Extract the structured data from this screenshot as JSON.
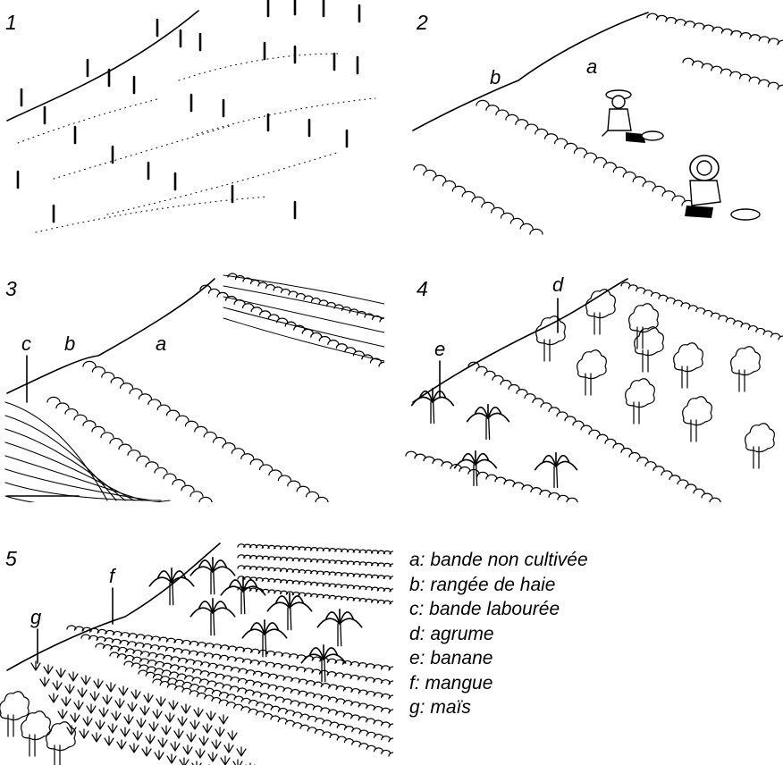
{
  "panels": [
    {
      "number": "1",
      "labels": []
    },
    {
      "number": "2",
      "labels": [
        "b",
        "a"
      ]
    },
    {
      "number": "3",
      "labels": [
        "c",
        "b",
        "a"
      ]
    },
    {
      "number": "4",
      "labels": [
        "d",
        "e"
      ]
    },
    {
      "number": "5",
      "labels": [
        "f",
        "g"
      ]
    }
  ],
  "legend": [
    "a: bande non cultivée",
    "b: rangée de haie",
    "c: bande labourée",
    "d: agrume",
    "e: banane",
    "f:  mangue",
    "g: maïs"
  ]
}
